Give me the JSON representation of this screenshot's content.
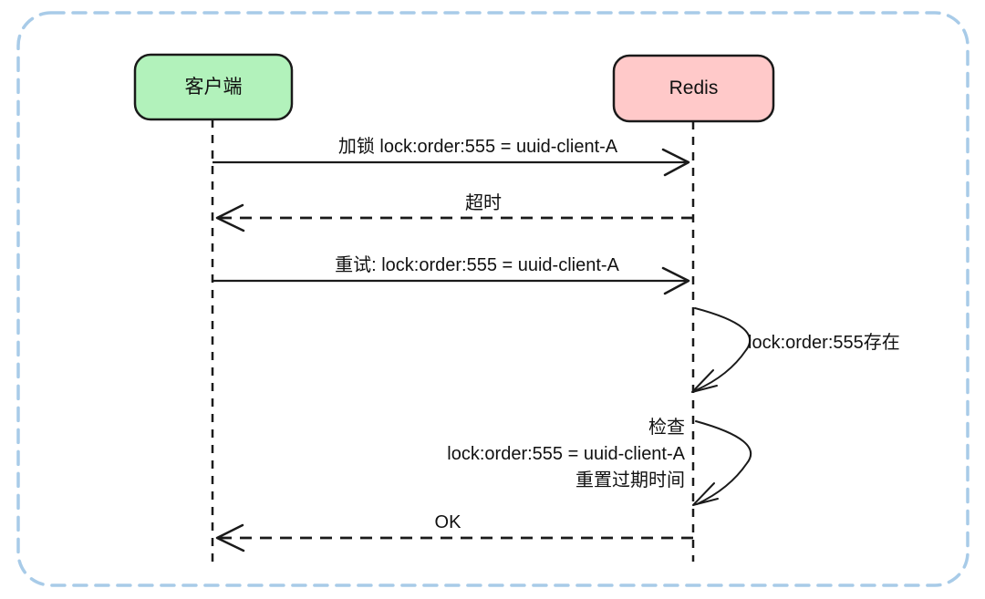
{
  "diagram": {
    "type": "sequence",
    "actors": [
      {
        "name": "客户端",
        "fill": "#b2f2bb"
      },
      {
        "name": "Redis",
        "fill": "#ffc9c9"
      }
    ],
    "messages": [
      {
        "label": "加锁 lock:order:555 = uuid-client-A",
        "from": "客户端",
        "to": "Redis",
        "line": "solid"
      },
      {
        "label": "超时",
        "from": "Redis",
        "to": "客户端",
        "line": "dashed"
      },
      {
        "label": "重试: lock:order:555 = uuid-client-A",
        "from": "客户端",
        "to": "Redis",
        "line": "solid"
      },
      {
        "label": "lock:order:555存在",
        "actor": "Redis",
        "kind": "self-loop"
      },
      {
        "label_lines": [
          "检查",
          "lock:order:555 = uuid-client-A",
          "重置过期时间"
        ],
        "actor": "Redis",
        "kind": "self-loop"
      },
      {
        "label": "OK",
        "from": "Redis",
        "to": "客户端",
        "line": "dashed"
      }
    ],
    "colors": {
      "frame_border": "#a8cbe8",
      "client_fill": "#b2f2bb",
      "redis_fill": "#ffc9c9",
      "stroke": "#1a1a1a"
    }
  }
}
